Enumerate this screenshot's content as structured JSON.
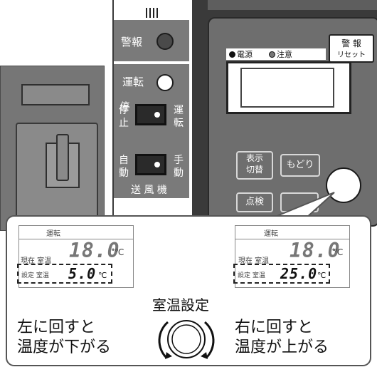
{
  "equipment": {
    "alarm_label": "警報",
    "run_label": "運転",
    "stop_label_top": "停",
    "stop_label_bottom": "止",
    "run_switch_label_top": "運",
    "run_switch_label_bottom": "転",
    "auto_label_top": "自",
    "auto_label_bottom": "動",
    "manual_label_top": "手",
    "manual_label_bottom": "動",
    "fan_label": "送 風 機"
  },
  "panel": {
    "power_label": "電源",
    "caution_label": "注意",
    "alarm_reset_top": "警 報",
    "alarm_reset_bottom": "リセット",
    "display_switch_top": "表示",
    "display_switch_bottom": "切替",
    "back_button": "もどり",
    "check_button": "点検"
  },
  "lcd_left": {
    "mode": "運転",
    "current_label": "現在 室温",
    "current_value": "18.0",
    "set_label": "設定 室温",
    "set_value": "5.0",
    "unit": "℃"
  },
  "lcd_right": {
    "mode": "運転",
    "current_label": "現在 室温",
    "current_value": "18.0",
    "set_label": "設定 室温",
    "set_value": "25.0",
    "unit": "℃"
  },
  "instructions": {
    "title": "室温設定",
    "left_line1": "左に回すと",
    "left_line2": "温度が下がる",
    "right_line1": "右に回すと",
    "right_line2": "温度が上がる"
  },
  "colors": {
    "housing": "#767676",
    "panel": "#6e6e6e",
    "dark": "#3a3a3a"
  }
}
